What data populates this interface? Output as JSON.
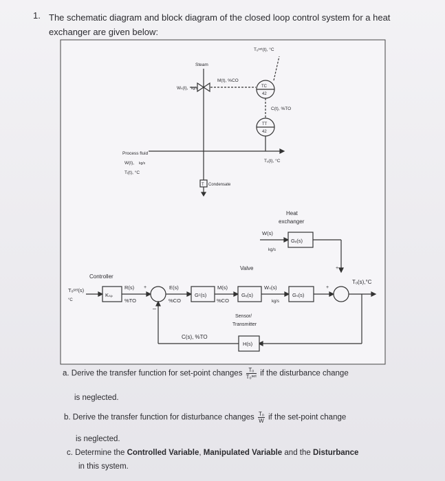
{
  "question": {
    "number": "1.",
    "text": "The schematic diagram and block diagram of the closed loop control system for a heat exchanger are given below:"
  },
  "schematic": {
    "steam": "Steam",
    "ws_label": "Wₛ(t),",
    "ws_unit": "kg/s",
    "m_label": "M(t), %CO",
    "tc_top": "TC",
    "tc_bot": "42",
    "tset_label": "Tₒˢᵉᵗ(t), °C",
    "c_label": "C(t), %TO",
    "tt_top": "TT",
    "tt_bot": "42",
    "to_label": "Tₒ(t), °C",
    "process_fluid": "Process fluid",
    "w_label": "W(t),",
    "w_unit": "kg/s",
    "ti_label": "Tᵢ(t), °C",
    "trap": "T",
    "condensate": "Condensate"
  },
  "block": {
    "heat_exchanger_1": "Heat",
    "heat_exchanger_2": "exchanger",
    "w_in": "W(s)",
    "w_unit": "kg/s",
    "gw": "Gᵥ(s)",
    "valve": "Valve",
    "controller": "Controller",
    "tset": "Tₒˢᵉᵗ(s)",
    "tset_unit": "°C",
    "ksp": "Kₛₚ",
    "r": "R(s)",
    "r_unit": "%TO",
    "e": "E(s)",
    "e_unit": "%CO",
    "gc": "Gᶜ(s)",
    "m": "M(s)",
    "m_unit": "%CO",
    "gv": "Gᵥ(s)",
    "ws": "Wₛ(s)",
    "ws_unit": "kg/s",
    "gs": "Gₛ(s)",
    "out": "Tₒ(s),°C",
    "sensor1": "Sensor/",
    "sensor2": "Transmitter",
    "h": "H(s)",
    "c": "C(s), %TO",
    "plus": "+",
    "minus": "–"
  },
  "parts": {
    "a_pre": "a. Derive the transfer function for set-point changes",
    "a_frac_num": "Tₒ",
    "a_frac_den": "Tₒˢᵉᵗ",
    "a_post": "if the disturbance change",
    "a_cont": "is neglected.",
    "b_pre": "b. Derive the transfer function for disturbance changes",
    "b_frac_num": "Tₒ",
    "b_frac_den": "W",
    "b_post": "if the set-point change",
    "b_cont": "is neglected.",
    "c_pre": "c. Determine the",
    "c_b1": "Controlled Variable",
    "c_sep1": ",",
    "c_b2": "Manipulated Variable",
    "c_and": "and the",
    "c_b3": "Disturbance",
    "c_cont": "in this system."
  }
}
